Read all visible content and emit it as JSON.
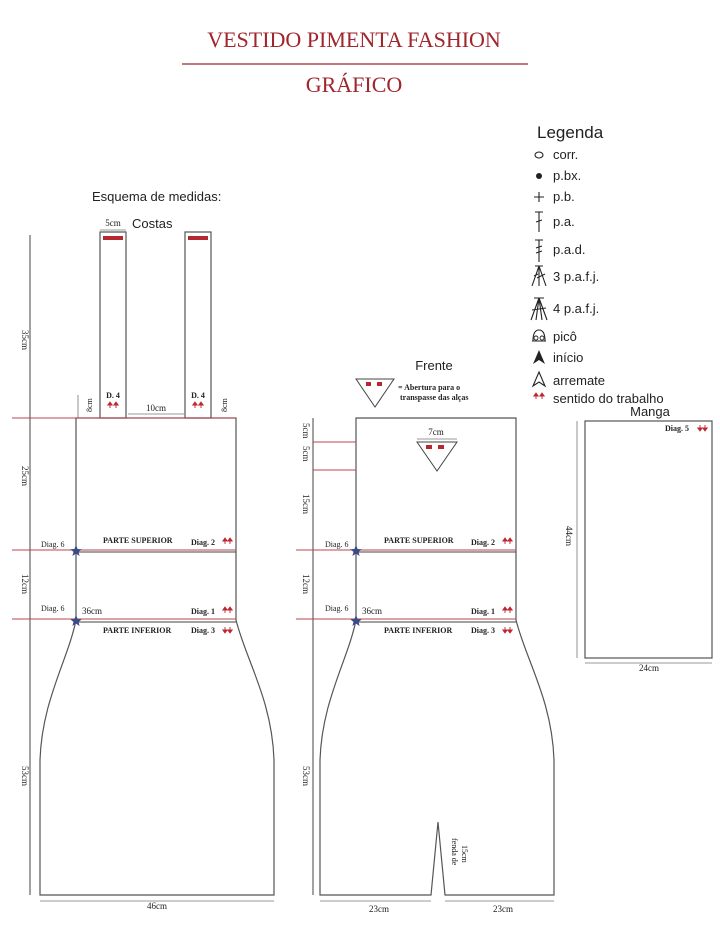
{
  "header": {
    "title": "VESTIDO PIMENTA FASHION",
    "subtitle": "GRÁFICO"
  },
  "legend": {
    "title": "Legenda",
    "items": [
      {
        "symbol": "chain-stitch-icon",
        "label": "corr."
      },
      {
        "symbol": "slip-stitch-icon",
        "label": "p.bx."
      },
      {
        "symbol": "single-crochet-icon",
        "label": "p.b."
      },
      {
        "symbol": "double-crochet-icon",
        "label": "p.a."
      },
      {
        "symbol": "double-treble-icon",
        "label": "p.a.d."
      },
      {
        "symbol": "three-dc-cluster-icon",
        "label": "3 p.a.f.j."
      },
      {
        "symbol": "four-dc-cluster-icon",
        "label": "4 p.a.f.j."
      },
      {
        "symbol": "picot-icon",
        "label": "picô"
      },
      {
        "symbol": "start-arrow-icon",
        "label": "início"
      },
      {
        "symbol": "finish-arrow-icon",
        "label": "arremate"
      },
      {
        "symbol": "work-direction-icon",
        "label": "sentido do trabalho"
      }
    ]
  },
  "colors": {
    "accent": "#a0252c",
    "marker_red": "#b5282f",
    "star": "#3c4a88"
  },
  "back": {
    "scheme_label": "Esquema de medidas:",
    "title": "Costas",
    "strap_width": "5cm",
    "strap_height": "35cm",
    "strap_label": "D. 4",
    "strap_side": "8cm",
    "strap_gap": "10cm",
    "top_height": "25cm",
    "band_height": "12cm",
    "skirt_height": "53cm",
    "bottom_width": "46cm",
    "waist_width": "36cm",
    "diag6": "Diag. 6",
    "upper_label": "PARTE SUPERIOR",
    "lower_label": "PARTE INFERIOR",
    "diag1": "Diag. 1",
    "diag2": "Diag. 2",
    "diag3": "Diag. 3"
  },
  "front": {
    "title": "Frente",
    "opening_note_1": "= Abertura para o",
    "opening_note_2": "transpasse das alças",
    "opening_width": "7cm",
    "dim_5cm_a": "5cm",
    "dim_5cm_b": "5cm",
    "dim_15cm": "15cm",
    "band_height": "12cm",
    "skirt_height": "53cm",
    "waist_width": "36cm",
    "bottom_left": "23cm",
    "bottom_right": "23cm",
    "slit_1": "fenda de",
    "slit_2": "15cm",
    "diag6": "Diag. 6",
    "upper_label": "PARTE SUPERIOR",
    "lower_label": "PARTE INFERIOR",
    "diag1": "Diag. 1",
    "diag2": "Diag. 2",
    "diag3": "Diag. 3"
  },
  "sleeve": {
    "title": "Manga",
    "diag": "Diag. 5",
    "height": "44cm",
    "width": "24cm"
  }
}
